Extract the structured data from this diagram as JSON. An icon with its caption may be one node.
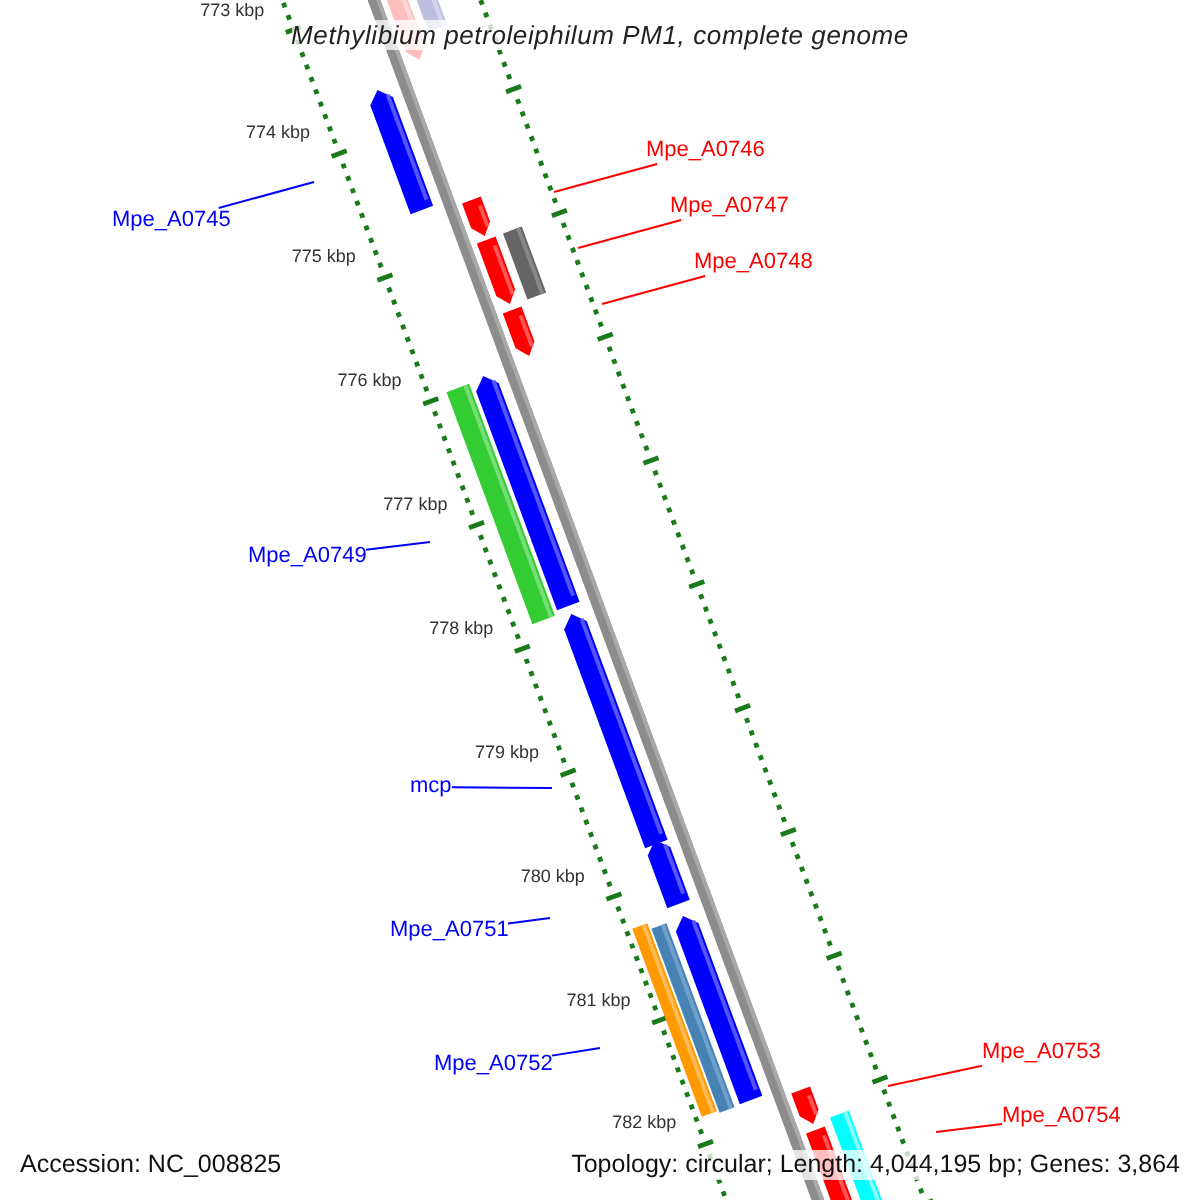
{
  "diagram": {
    "title": "Methylibium petroleiphilum PM1, complete genome",
    "nodes": [
      {
        "text": [
          "Mpe_A0745"
        ]
      },
      {
        "text": [
          "Mpe_A0746"
        ]
      },
      {
        "text": [
          "Mpe_A0747"
        ]
      },
      {
        "text": [
          "Mpe_A0748"
        ]
      },
      {
        "text": [
          "Mpe_A0749"
        ]
      },
      {
        "text": [
          "mcp"
        ]
      },
      {
        "text": [
          "Mpe_A0751"
        ]
      },
      {
        "text": [
          "Mpe_A0752"
        ]
      },
      {
        "text": [
          "Mpe_A0753"
        ]
      },
      {
        "text": [
          "Mpe_A0754"
        ]
      }
    ],
    "edges": [
      {
        "from": 0,
        "to": null,
        "arrow": "none"
      },
      {
        "from": 1,
        "to": null,
        "arrow": "none",
        "color": "#ff0000"
      },
      {
        "from": 2,
        "to": null,
        "arrow": "none",
        "color": "#ff0000"
      },
      {
        "from": 3,
        "to": null,
        "arrow": "none",
        "color": "#ff0000"
      },
      {
        "from": 4,
        "to": null,
        "arrow": "none"
      },
      {
        "from": 5,
        "to": null,
        "arrow": "none"
      },
      {
        "from": 6,
        "to": null,
        "arrow": "none"
      },
      {
        "from": 7,
        "to": null,
        "arrow": "none"
      },
      {
        "from": 8,
        "to": null,
        "arrow": "none",
        "color": "#ff0000"
      },
      {
        "from": 9,
        "to": null,
        "arrow": "none",
        "color": "#ff0000"
      }
    ],
    "labels": [
      "773 kbp",
      "774 kbp",
      "775 kbp",
      "776 kbp",
      "777 kbp",
      "778 kbp",
      "779 kbp",
      "780 kbp",
      "781 kbp",
      "782 kbp",
      "Accession: NC_008825",
      "Topology: circular; Length: 4,044,195 bp; Genes: 3,864"
    ]
  }
}
